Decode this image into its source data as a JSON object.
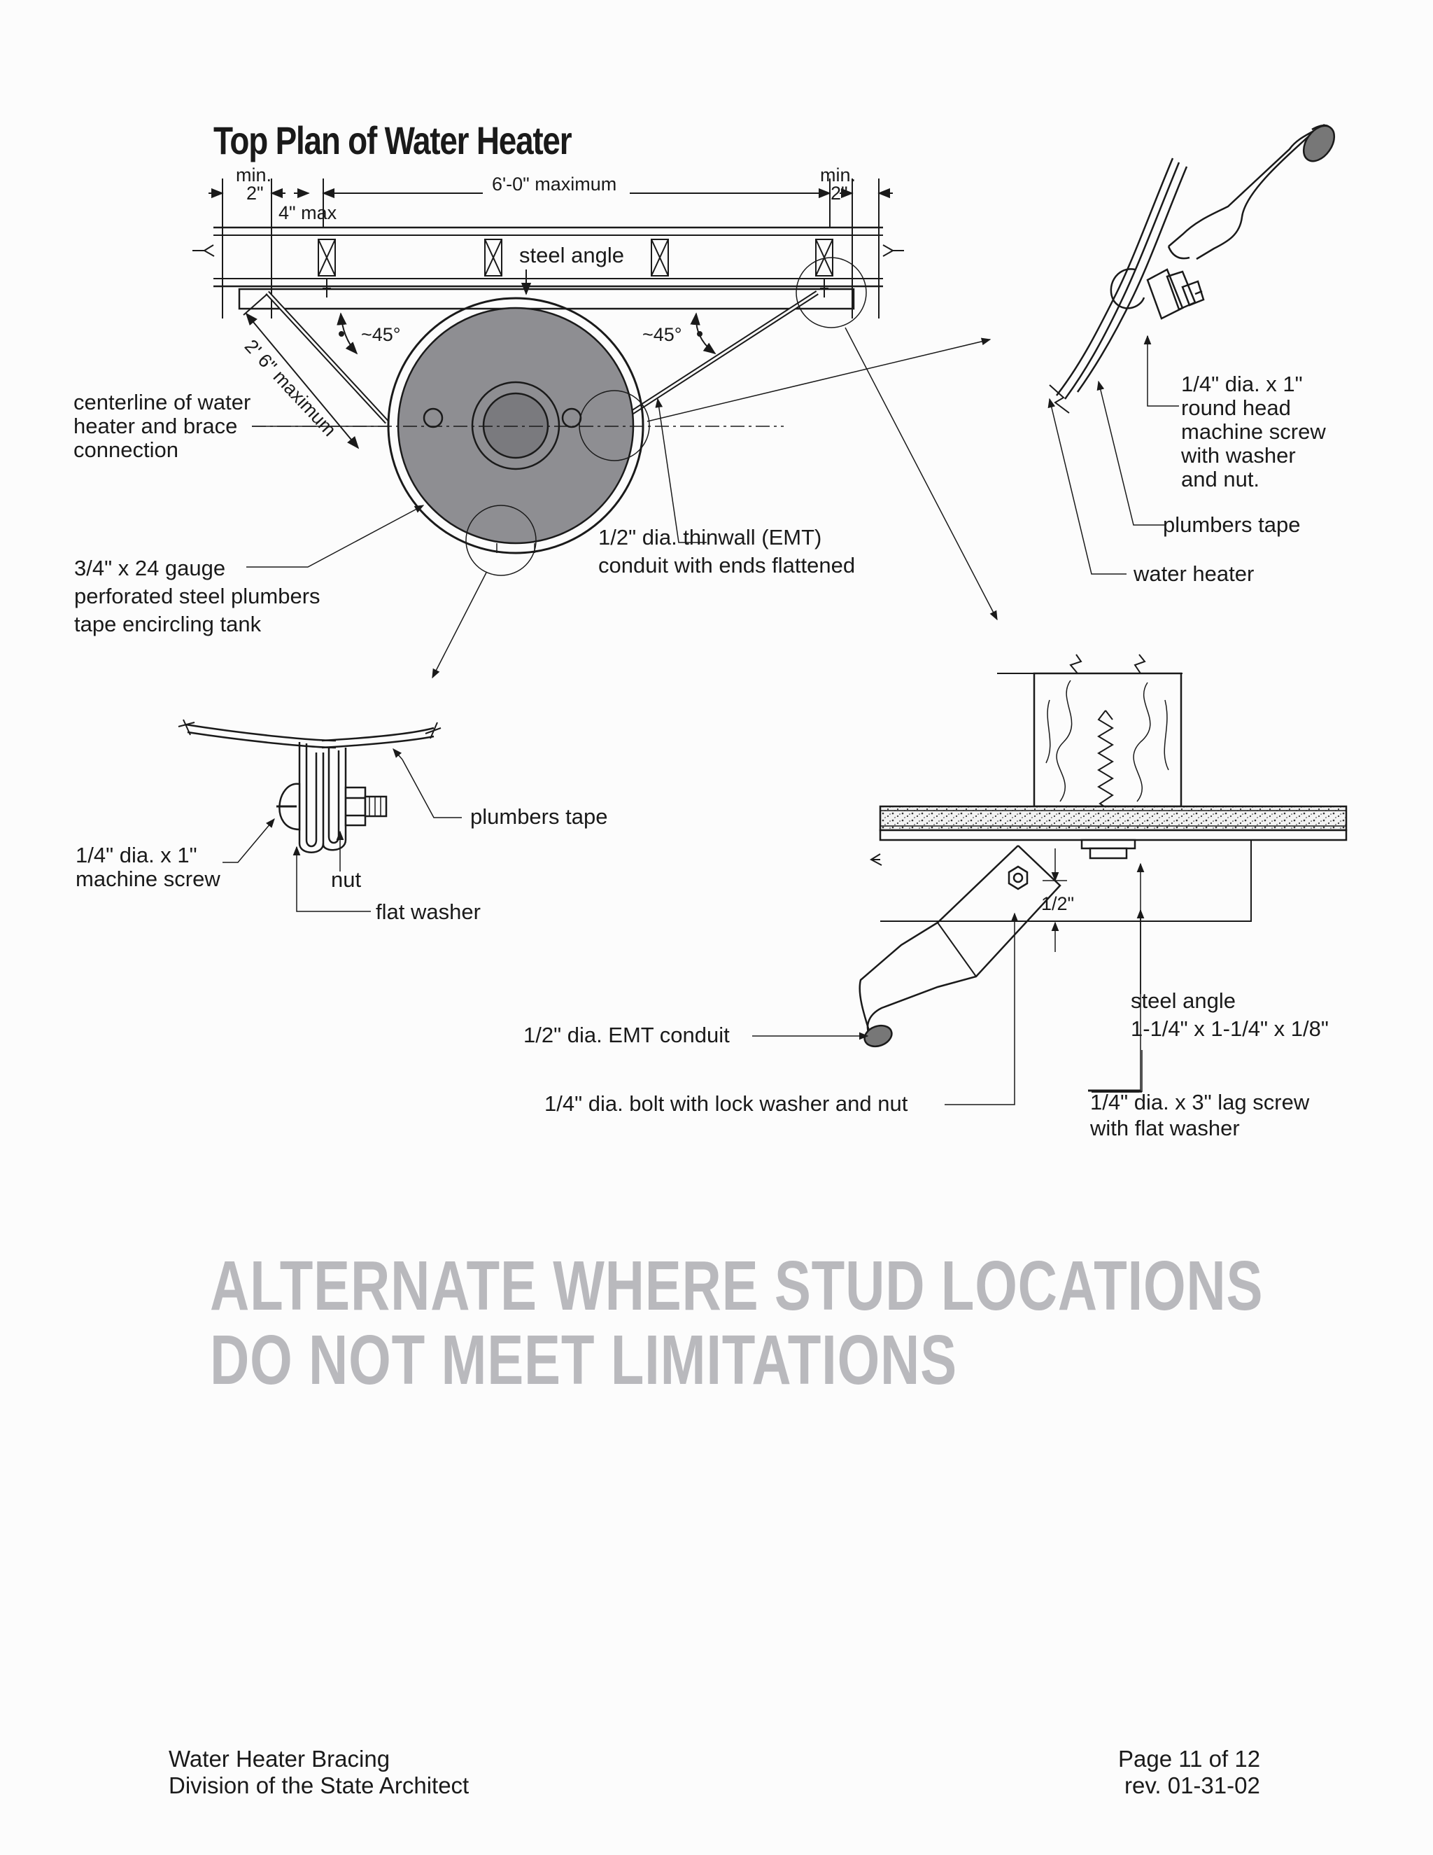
{
  "title": "Top Plan of Water Heater",
  "dims": {
    "min_left": "min.",
    "two_in_left": "2\"",
    "four_max": "4\" max",
    "six_max": "6'-0\" maximum",
    "min_right": "min.",
    "two_in_right": "2\"",
    "angle_left": "~45°",
    "angle_right": "~45°",
    "brace_max": "2' 6\" maximum",
    "half_in": "1/2\""
  },
  "labels": {
    "steel_angle_top": "steel angle",
    "centerline": "centerline of water\nheater and brace\nconnection",
    "tape_encircling": "3/4\" x 24 gauge\nperforated steel plumbers\ntape encircling tank",
    "thinwall": "1/2\" dia. thinwall (EMT)\nconduit with ends flattened",
    "round_head": "1/4\" dia. x 1\"\nround head\nmachine screw\nwith washer\nand nut.",
    "plumbers_tape_right": "plumbers tape",
    "water_heater": "water heater",
    "plumbers_tape_detail": "plumbers tape",
    "machine_screw": "1/4\" dia. x 1\"\nmachine screw",
    "nut": "nut",
    "flat_washer": "flat washer",
    "emt_conduit": "1/2\" dia. EMT conduit",
    "bolt": "1/4\" dia. bolt with lock washer and nut",
    "steel_angle_detail": "steel angle\n1-1/4\" x 1-1/4\" x 1/8\"",
    "lag_screw": "1/4\" dia. x 3\" lag screw\nwith flat washer"
  },
  "banner": {
    "line1": "ALTERNATE WHERE STUD LOCATIONS",
    "line2": "DO NOT MEET LIMITATIONS"
  },
  "footer": {
    "left1": "Water Heater Bracing",
    "left2": "Division of the State Architect",
    "right1": "Page 11 of 12",
    "right2": "rev. 01-31-02"
  },
  "colors": {
    "ink": "#1a1a1a",
    "tank_fill": "#8e8e92",
    "banner": "#b9b9bd"
  }
}
